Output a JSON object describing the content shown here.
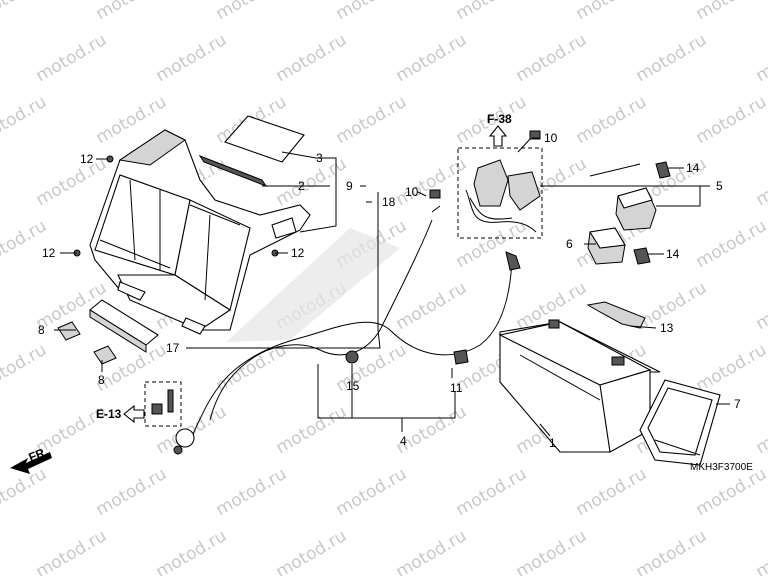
{
  "watermark": "motod.ru",
  "diagram_code": "MKH3F3700E",
  "direction_label": "FR.",
  "references": {
    "top": "F-38",
    "left": "E-13"
  },
  "part_numbers": [
    "1",
    "2",
    "3",
    "4",
    "5",
    "6",
    "7",
    "8",
    "8",
    "9",
    "10",
    "10",
    "11",
    "12",
    "12",
    "12",
    "13",
    "14",
    "14",
    "15",
    "17",
    "18"
  ],
  "labels": {
    "p1": "1",
    "p2": "2",
    "p3": "3",
    "p4": "4",
    "p5": "5",
    "p6": "6",
    "p7": "7",
    "p8a": "8",
    "p8b": "8",
    "p9": "9",
    "p10a": "10",
    "p10b": "10",
    "p11": "11",
    "p12a": "12",
    "p12b": "12",
    "p12c": "12",
    "p13": "13",
    "p14a": "14",
    "p14b": "14",
    "p15": "15",
    "p17": "17",
    "p18": "18"
  },
  "colors": {
    "line": "#000000",
    "watermark": "#c9c9c9",
    "shade": "#d4d4d4"
  }
}
